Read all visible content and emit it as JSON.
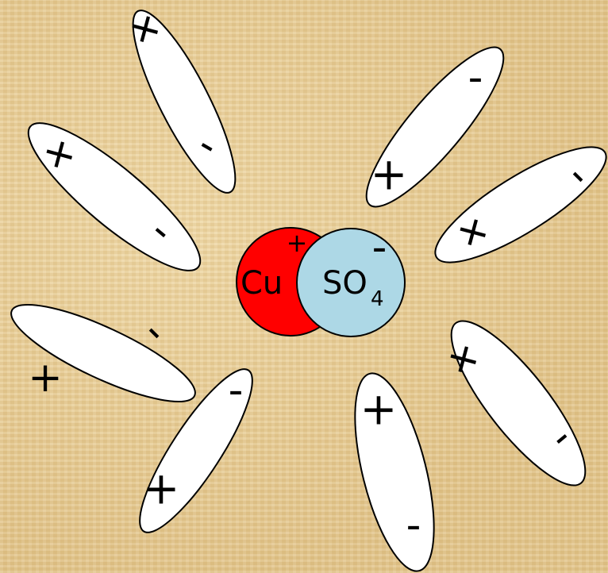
{
  "diagram": {
    "cation": {
      "symbol": "Cu",
      "charge": "+",
      "color": "#ff0000"
    },
    "anion": {
      "symbol": "SO",
      "subscript": "4",
      "charge": "-",
      "color": "#add8e6"
    },
    "water_molecules": [
      {
        "positive_label": "+",
        "negative_label": "-"
      },
      {
        "positive_label": "+",
        "negative_label": "-"
      },
      {
        "positive_label": "+",
        "negative_label": "-"
      },
      {
        "positive_label": "+",
        "negative_label": "-"
      },
      {
        "positive_label": "+",
        "negative_label": "-"
      },
      {
        "positive_label": "+",
        "negative_label": "-"
      },
      {
        "positive_label": "+",
        "negative_label": "-"
      },
      {
        "positive_label": "+",
        "negative_label": "-"
      }
    ]
  }
}
